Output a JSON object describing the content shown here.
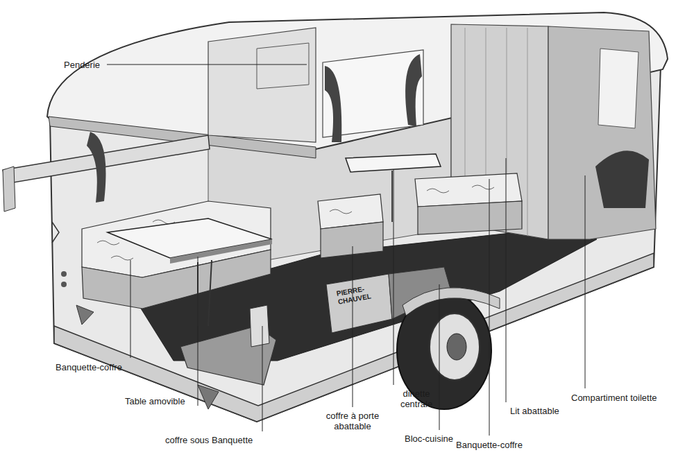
{
  "diagram": {
    "labels": [
      "Penderie",
      "Banquette-coffre",
      "Table amovible",
      "coffre sous Banquette",
      "coffre à porte abattable",
      "dinette centrale",
      "Bloc-cuisine",
      "Banquette-coffre",
      "Lit abattable",
      "Compartiment toilette",
      "PIERRE- CHAUVEL"
    ]
  }
}
